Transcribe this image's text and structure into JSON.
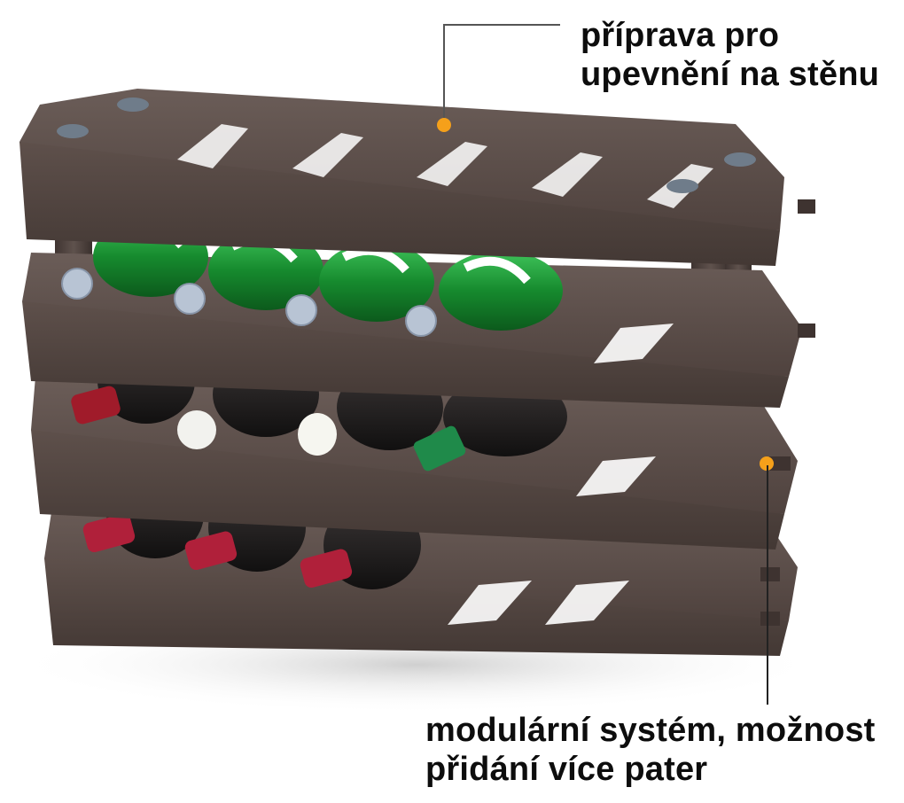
{
  "image": {
    "subject": "modular wine rack with bottles",
    "background_color": "#ffffff",
    "rack_color": "#5a4c48",
    "accent_color": "#f5a01a",
    "tiers": 4,
    "bottle_slots_per_tier": 6
  },
  "callouts": [
    {
      "id": "wall-mount",
      "text_line1": "příprava pro",
      "text_line2": "upevnění na stěnu"
    },
    {
      "id": "modular",
      "text_line1": "modulární systém, možnost",
      "text_line2": "přidání více pater"
    }
  ],
  "bottles": {
    "tier1": [
      "green-mineral-water",
      "green-mineral-water",
      "green-mineral-water",
      "green-mineral-water"
    ],
    "tier2": [
      "red-wine-red-cap",
      "white-wine-white-cap",
      "wine-cork",
      "wine-green-cap"
    ],
    "tier3": [
      "red-wine-red-cap",
      "red-wine-red-cap",
      "red-wine-red-cap"
    ]
  }
}
